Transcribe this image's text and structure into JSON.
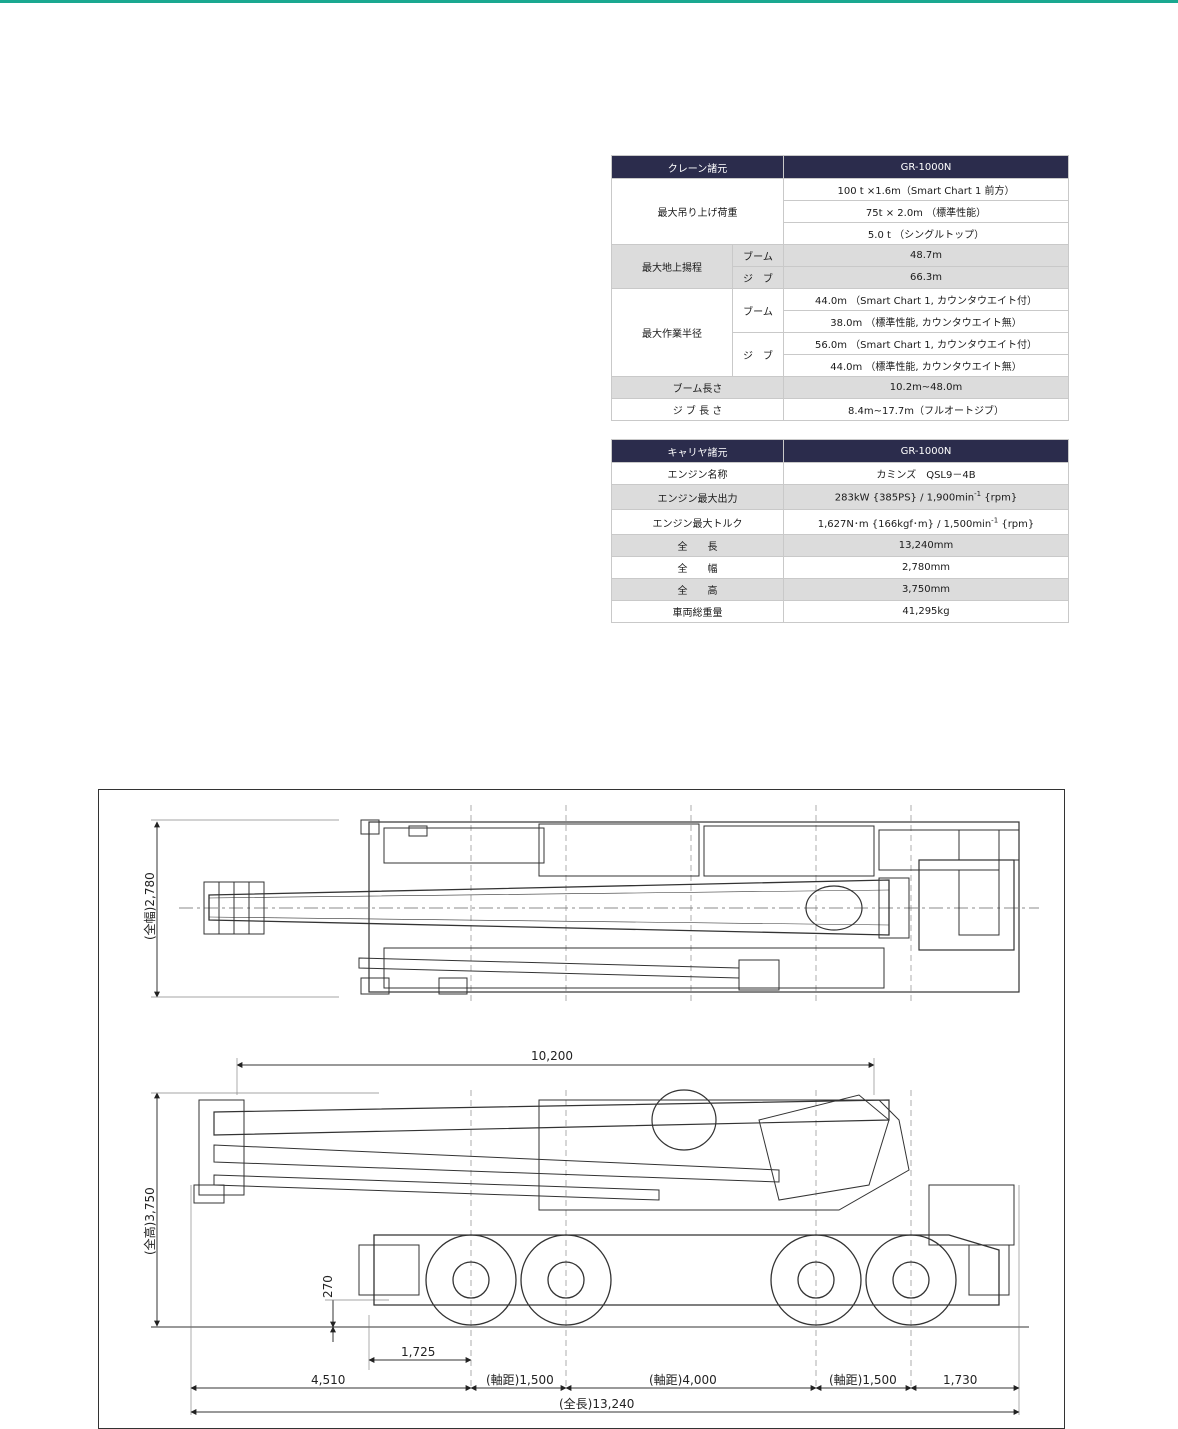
{
  "crane_specs": {
    "header": [
      "クレーン諸元",
      "GR-1000N"
    ],
    "max_lifting_capacity": {
      "label": "最大吊り上げ荷重",
      "values": [
        "100 t ×1.6m（Smart Chart 1 前方）",
        "75t × 2.0m （標準性能）",
        "5.0 t （シングルトップ）"
      ]
    },
    "max_lifting_height": {
      "label": "最大地上揚程",
      "rows": [
        {
          "sub": "ブーム",
          "value": "48.7m"
        },
        {
          "sub": "ジ　ブ",
          "value": "66.3m"
        }
      ]
    },
    "max_working_radius": {
      "label": "最大作業半径",
      "boom": {
        "sub": "ブーム",
        "values": [
          "44.0m （Smart Chart 1, カウンタウエイト付）",
          "38.0m （標準性能, カウンタウエイト無）"
        ]
      },
      "jib": {
        "sub": "ジ　ブ",
        "values": [
          "56.0m （Smart Chart 1, カウンタウエイト付）",
          "44.0m （標準性能, カウンタウエイト無）"
        ]
      }
    },
    "boom_length": {
      "label": "ブーム長さ",
      "value": "10.2m~48.0m"
    },
    "jib_length": {
      "label": "ジ ブ 長 さ",
      "value": "8.4m~17.7m（フルオートジブ）"
    }
  },
  "carrier_specs": {
    "header": [
      "キャリヤ諸元",
      "GR-1000N"
    ],
    "engine_name": {
      "label": "エンジン名称",
      "value": "カミンズ　QSL9－4B"
    },
    "engine_power": {
      "label": "エンジン最大出力",
      "value_pre": "283kW {385PS} / 1,900min",
      "exp": "-1",
      "value_post": " {rpm}"
    },
    "engine_torque": {
      "label": "エンジン最大トルク",
      "value_pre": "1,627N･m {166kgf･m} / 1,500min",
      "exp": "-1",
      "value_post": " {rpm}"
    },
    "overall_length": {
      "label": "全　　長",
      "value": "13,240mm"
    },
    "overall_width": {
      "label": "全　　幅",
      "value": "2,780mm"
    },
    "overall_height": {
      "label": "全　　高",
      "value": "3,750mm"
    },
    "gross_weight": {
      "label": "車両総重量",
      "value": "41,295kg"
    }
  },
  "drawing": {
    "width_label": "(全幅)2,780",
    "height_label": "(全高)3,750",
    "boom_length_label": "10,200",
    "ground_clearance_label": "270",
    "front_overhang_label": "1,725",
    "dims": [
      "4,510",
      "(軸距)1,500",
      "(軸距)4,000",
      "(軸距)1,500",
      "1,730"
    ],
    "overall_length_label": "(全長)13,240"
  }
}
